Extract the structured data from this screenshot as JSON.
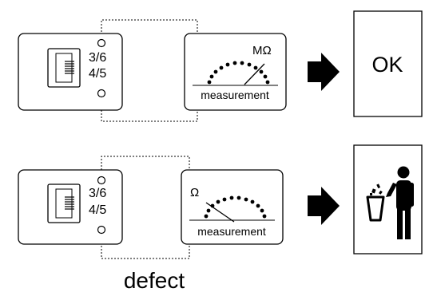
{
  "rows": [
    {
      "pins_top": "3/6",
      "pins_bottom": "4/5",
      "meter_unit": "MΩ",
      "meter_label": "measurement",
      "result_text": "OK",
      "result_icon": "ok-text"
    },
    {
      "pins_top": "3/6",
      "pins_bottom": "4/5",
      "meter_unit": "Ω",
      "meter_label": "measurement",
      "result_icon": "trash-person-icon"
    }
  ],
  "defect_label": "defect",
  "colors": {
    "stroke": "#000000",
    "background": "#ffffff"
  }
}
